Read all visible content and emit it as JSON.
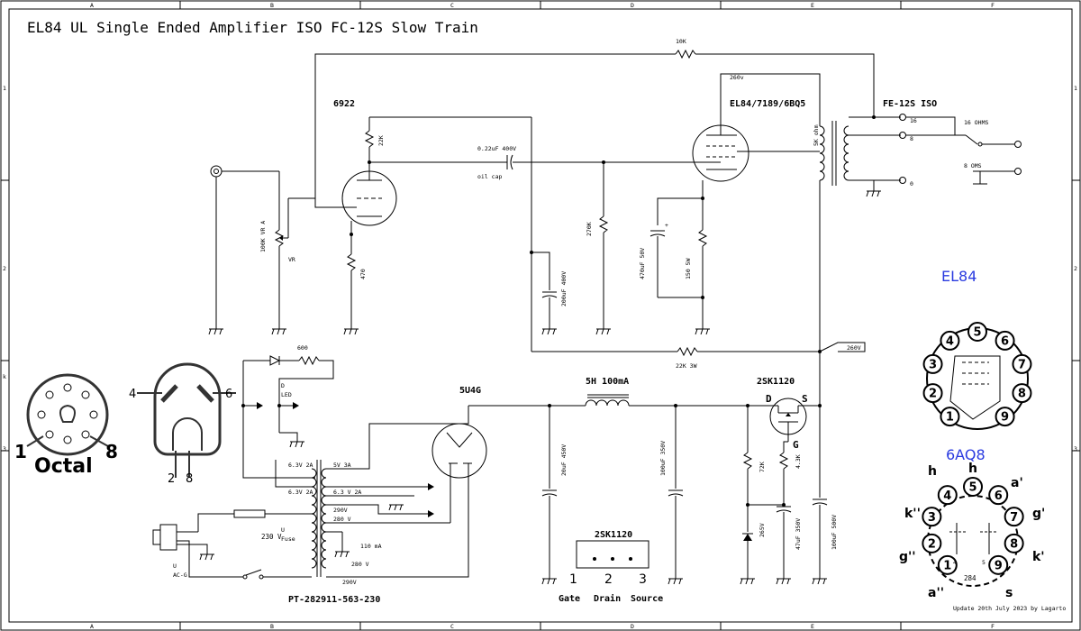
{
  "title": "EL84 UL Single Ended Amplifier ISO FC-12S  Slow Train",
  "update_note": "Update 20th July 2023 by Lagarto",
  "border": {
    "columns": [
      "A",
      "B",
      "C",
      "D",
      "E",
      "F"
    ],
    "rows": [
      "1",
      "2",
      "k",
      "3"
    ]
  },
  "tubes": {
    "preamp": "6922",
    "power": "EL84/7189/6BQ5",
    "rectifier": "5U4G"
  },
  "transformers": {
    "output": "FE-12S ISO",
    "output_primary": "5K ohm",
    "tap_16": "16",
    "tap_8": "8",
    "tap_0": "0",
    "out_16": "16 OHMS",
    "out_8": "8 OMS",
    "power": "PT-282911-563-230",
    "heater1": "6.3V 2A",
    "heater_5v": "5V 3A",
    "heater2": "6.3V 2A",
    "heater3": "6.3 V 2A",
    "ht1": "290V",
    "ht2": "280 V",
    "ht3": "110 mA",
    "ht4": "280 V",
    "ht5": "290V",
    "mains": "230 V",
    "fuse": "Fuse",
    "ac": "AC-G",
    "u1": "U",
    "u2": "U"
  },
  "components": {
    "r_feedback": "10K",
    "b_plus_1": "260v",
    "r_plate": "22K",
    "c_coupling": "0.22uF 400V",
    "c_coupling_note": "oil cap",
    "r_grid": "270K",
    "c_cathode": "470uF 50V",
    "r_cathode": "150 5W",
    "r_pre_cathode": "470",
    "vol": "100K VR A",
    "vol_short": "VR",
    "c_filter1": "200uF 400V",
    "r_drop": "22K 3W",
    "b_plus_2": "260V",
    "r_led": "600",
    "led": "LED",
    "led_d": "D",
    "choke": "5H 100mA",
    "c_filter2": "20uF 450V",
    "c_filter3": "100uF 350V",
    "mosfet": "2SK1120",
    "mosfet_d": "D",
    "mosfet_s": "S",
    "mosfet_g": "G",
    "r_gate1": "72K",
    "r_gate2": "4.3K",
    "zener": "265V",
    "c_gate": "47uF 350V",
    "c_filter4": "100uF 500V"
  },
  "pinout": {
    "title": "2SK1120",
    "pins": [
      "1",
      "2",
      "3"
    ],
    "labels": [
      "Gate",
      "Drain",
      "Source"
    ]
  },
  "octal": {
    "label": "Octal",
    "pin1": "1",
    "pin8": "8"
  },
  "bulb": {
    "pin4": "4",
    "pin6": "6",
    "pin2": "2",
    "pin8": "8"
  },
  "el84_socket": {
    "label": "EL84",
    "pins": [
      "1",
      "2",
      "3",
      "4",
      "5",
      "6",
      "7",
      "8",
      "9"
    ]
  },
  "aq8_socket": {
    "label": "6AQ8",
    "pins": [
      "1",
      "2",
      "3",
      "4",
      "5",
      "6",
      "7",
      "8",
      "9"
    ],
    "labels": [
      "h",
      "h",
      "a'",
      "k''",
      "g'",
      "g''",
      "k'",
      "a''",
      "s"
    ],
    "inner": [
      "4",
      "5",
      "284"
    ]
  },
  "colors": {
    "ink": "#000000",
    "socket_label": "#2a3be0"
  }
}
